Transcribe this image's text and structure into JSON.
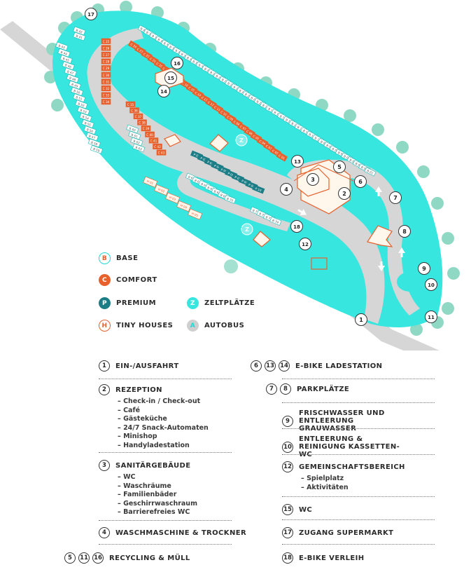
{
  "legend": {
    "types": [
      {
        "symbol": "B",
        "label": "BASE",
        "style": "base"
      },
      {
        "symbol": "C",
        "label": "COMFORT",
        "style": "comfort"
      },
      {
        "symbol": "P",
        "label": "PREMIUM",
        "style": "premium"
      },
      {
        "symbol": "Z",
        "label": "ZELTPLÄTZE",
        "style": "zelt"
      },
      {
        "symbol": "H",
        "label": "TINY HOUSES",
        "style": "tiny"
      },
      {
        "symbol": "A",
        "label": "AUTOBUS",
        "style": "autobus"
      }
    ],
    "entries": [
      {
        "nums": [
          "1"
        ],
        "title": "EIN-/AUSFAHRT",
        "subs": []
      },
      {
        "nums": [
          "2"
        ],
        "title": "REZEPTION",
        "subs": [
          "Check-in / Check-out",
          "Café",
          "Gästeküche",
          "24/7 Snack-Automaten",
          "Minishop",
          "Handyladestation"
        ]
      },
      {
        "nums": [
          "3"
        ],
        "title": "SANITÄRGEBÄUDE",
        "subs": [
          "WC",
          "Waschräume",
          "Familienbäder",
          "Geschirrwaschraum",
          "Barrierefreies WC"
        ]
      },
      {
        "nums": [
          "4"
        ],
        "title": "WASCHMASCHINE & TROCKNER",
        "subs": []
      },
      {
        "nums": [
          "5",
          "11",
          "16"
        ],
        "title": "RECYCLING & MÜLL",
        "subs": []
      },
      {
        "nums": [
          "6",
          "13",
          "14"
        ],
        "title": "E-BIKE LADESTATION",
        "subs": []
      },
      {
        "nums": [
          "7",
          "8"
        ],
        "title": "PARKPLÄTZE",
        "subs": []
      },
      {
        "nums": [
          "9"
        ],
        "title": "FRISCHWASSER UND ENTLEERUNG GRAUWASSER",
        "subs": []
      },
      {
        "nums": [
          "10"
        ],
        "title": "ENTLEERUNG & REINIGUNG KASSETTEN-WC",
        "subs": []
      },
      {
        "nums": [
          "12"
        ],
        "title": "GEMEINSCHAFTSBEREICH",
        "subs": [
          "Spielplatz",
          "Aktivitäten"
        ]
      },
      {
        "nums": [
          "15"
        ],
        "title": "WC",
        "subs": []
      },
      {
        "nums": [
          "17"
        ],
        "title": "ZUGANG SUPERMARKT",
        "subs": []
      },
      {
        "nums": [
          "18"
        ],
        "title": "E-BIKE VERLEIH",
        "subs": []
      }
    ]
  },
  "map": {
    "markers": [
      "1",
      "2",
      "3",
      "4",
      "5",
      "6",
      "7",
      "8",
      "9",
      "10",
      "11",
      "12",
      "13",
      "14",
      "15",
      "16",
      "17",
      "18"
    ],
    "zone_symbols": [
      "Z",
      "Z",
      "Z"
    ],
    "pitch_labels": {
      "base_outer": [
        "B 43",
        "B 44",
        "B 45",
        "B 46",
        "B 47",
        "B 48",
        "B 49",
        "B 50",
        "B 51",
        "B 52",
        "B 53",
        "B 54",
        "B 55",
        "B 56",
        "B 57",
        "B 58",
        "B 59"
      ],
      "base_top": [
        "B 42",
        "B 41"
      ],
      "base_ridge": [
        "B 40",
        "B 39",
        "B 38",
        "B 37",
        "B 36",
        "B 35",
        "B 34",
        "B 33",
        "B 32",
        "B 31",
        "B 30",
        "B 29",
        "B 28",
        "B 27",
        "B 26",
        "B 25",
        "B 24",
        "B 23",
        "B 22",
        "B 21",
        "B 20",
        "B 19",
        "B 18",
        "B 17",
        "B 16",
        "B 15",
        "B 14",
        "B 13",
        "B 12",
        "B 11",
        "B 10",
        "B 09",
        "B 08",
        "B 07",
        "B 06",
        "B 05",
        "B 04",
        "B 03",
        "B 02",
        "B 01"
      ],
      "base_left": [
        "B 60",
        "B 61",
        "B 62",
        "B 63"
      ],
      "comfort_a": [
        "C 25",
        "C 26",
        "C 27",
        "C 28",
        "C 29",
        "C 30",
        "C 31",
        "C 32",
        "C 33",
        "C 34"
      ],
      "comfort_b": [
        "C 35",
        "C 36",
        "C 37",
        "C 38",
        "C 39",
        "C 40",
        "C 41",
        "C 42",
        "C 43"
      ],
      "comfort_c": [
        "C 24",
        "C 23",
        "C 22",
        "C 21",
        "C 20",
        "C 19",
        "C 18",
        "C 17",
        "C 16",
        "C 15",
        "C 14",
        "C 13",
        "C 12",
        "C 11",
        "C 10",
        "C 09",
        "C 08",
        "C 07",
        "C 06",
        "C 05",
        "C 04",
        "C 03",
        "C 02",
        "C 01"
      ],
      "premium": [
        "P 01",
        "P 02",
        "P 03",
        "P 04",
        "P 05",
        "P 06",
        "P 07",
        "P 08",
        "P 09",
        "P 10"
      ],
      "base_inner": [
        "B 64",
        "B 65",
        "B 66",
        "B 67",
        "B 68",
        "B 69",
        "B 70"
      ],
      "base_bottom": [
        "B 71",
        "B 72",
        "B 73",
        "B 74"
      ],
      "tiny_houses": [
        "H 01",
        "H 02",
        "H 03",
        "H 04",
        "H 05"
      ]
    }
  },
  "colors": {
    "grass": "#36e6df",
    "road": "#d6d6d6",
    "tree": "#8fd9c4",
    "comfort": "#e8602c",
    "premium": "#1b7d86",
    "outline": "#e8602c"
  }
}
